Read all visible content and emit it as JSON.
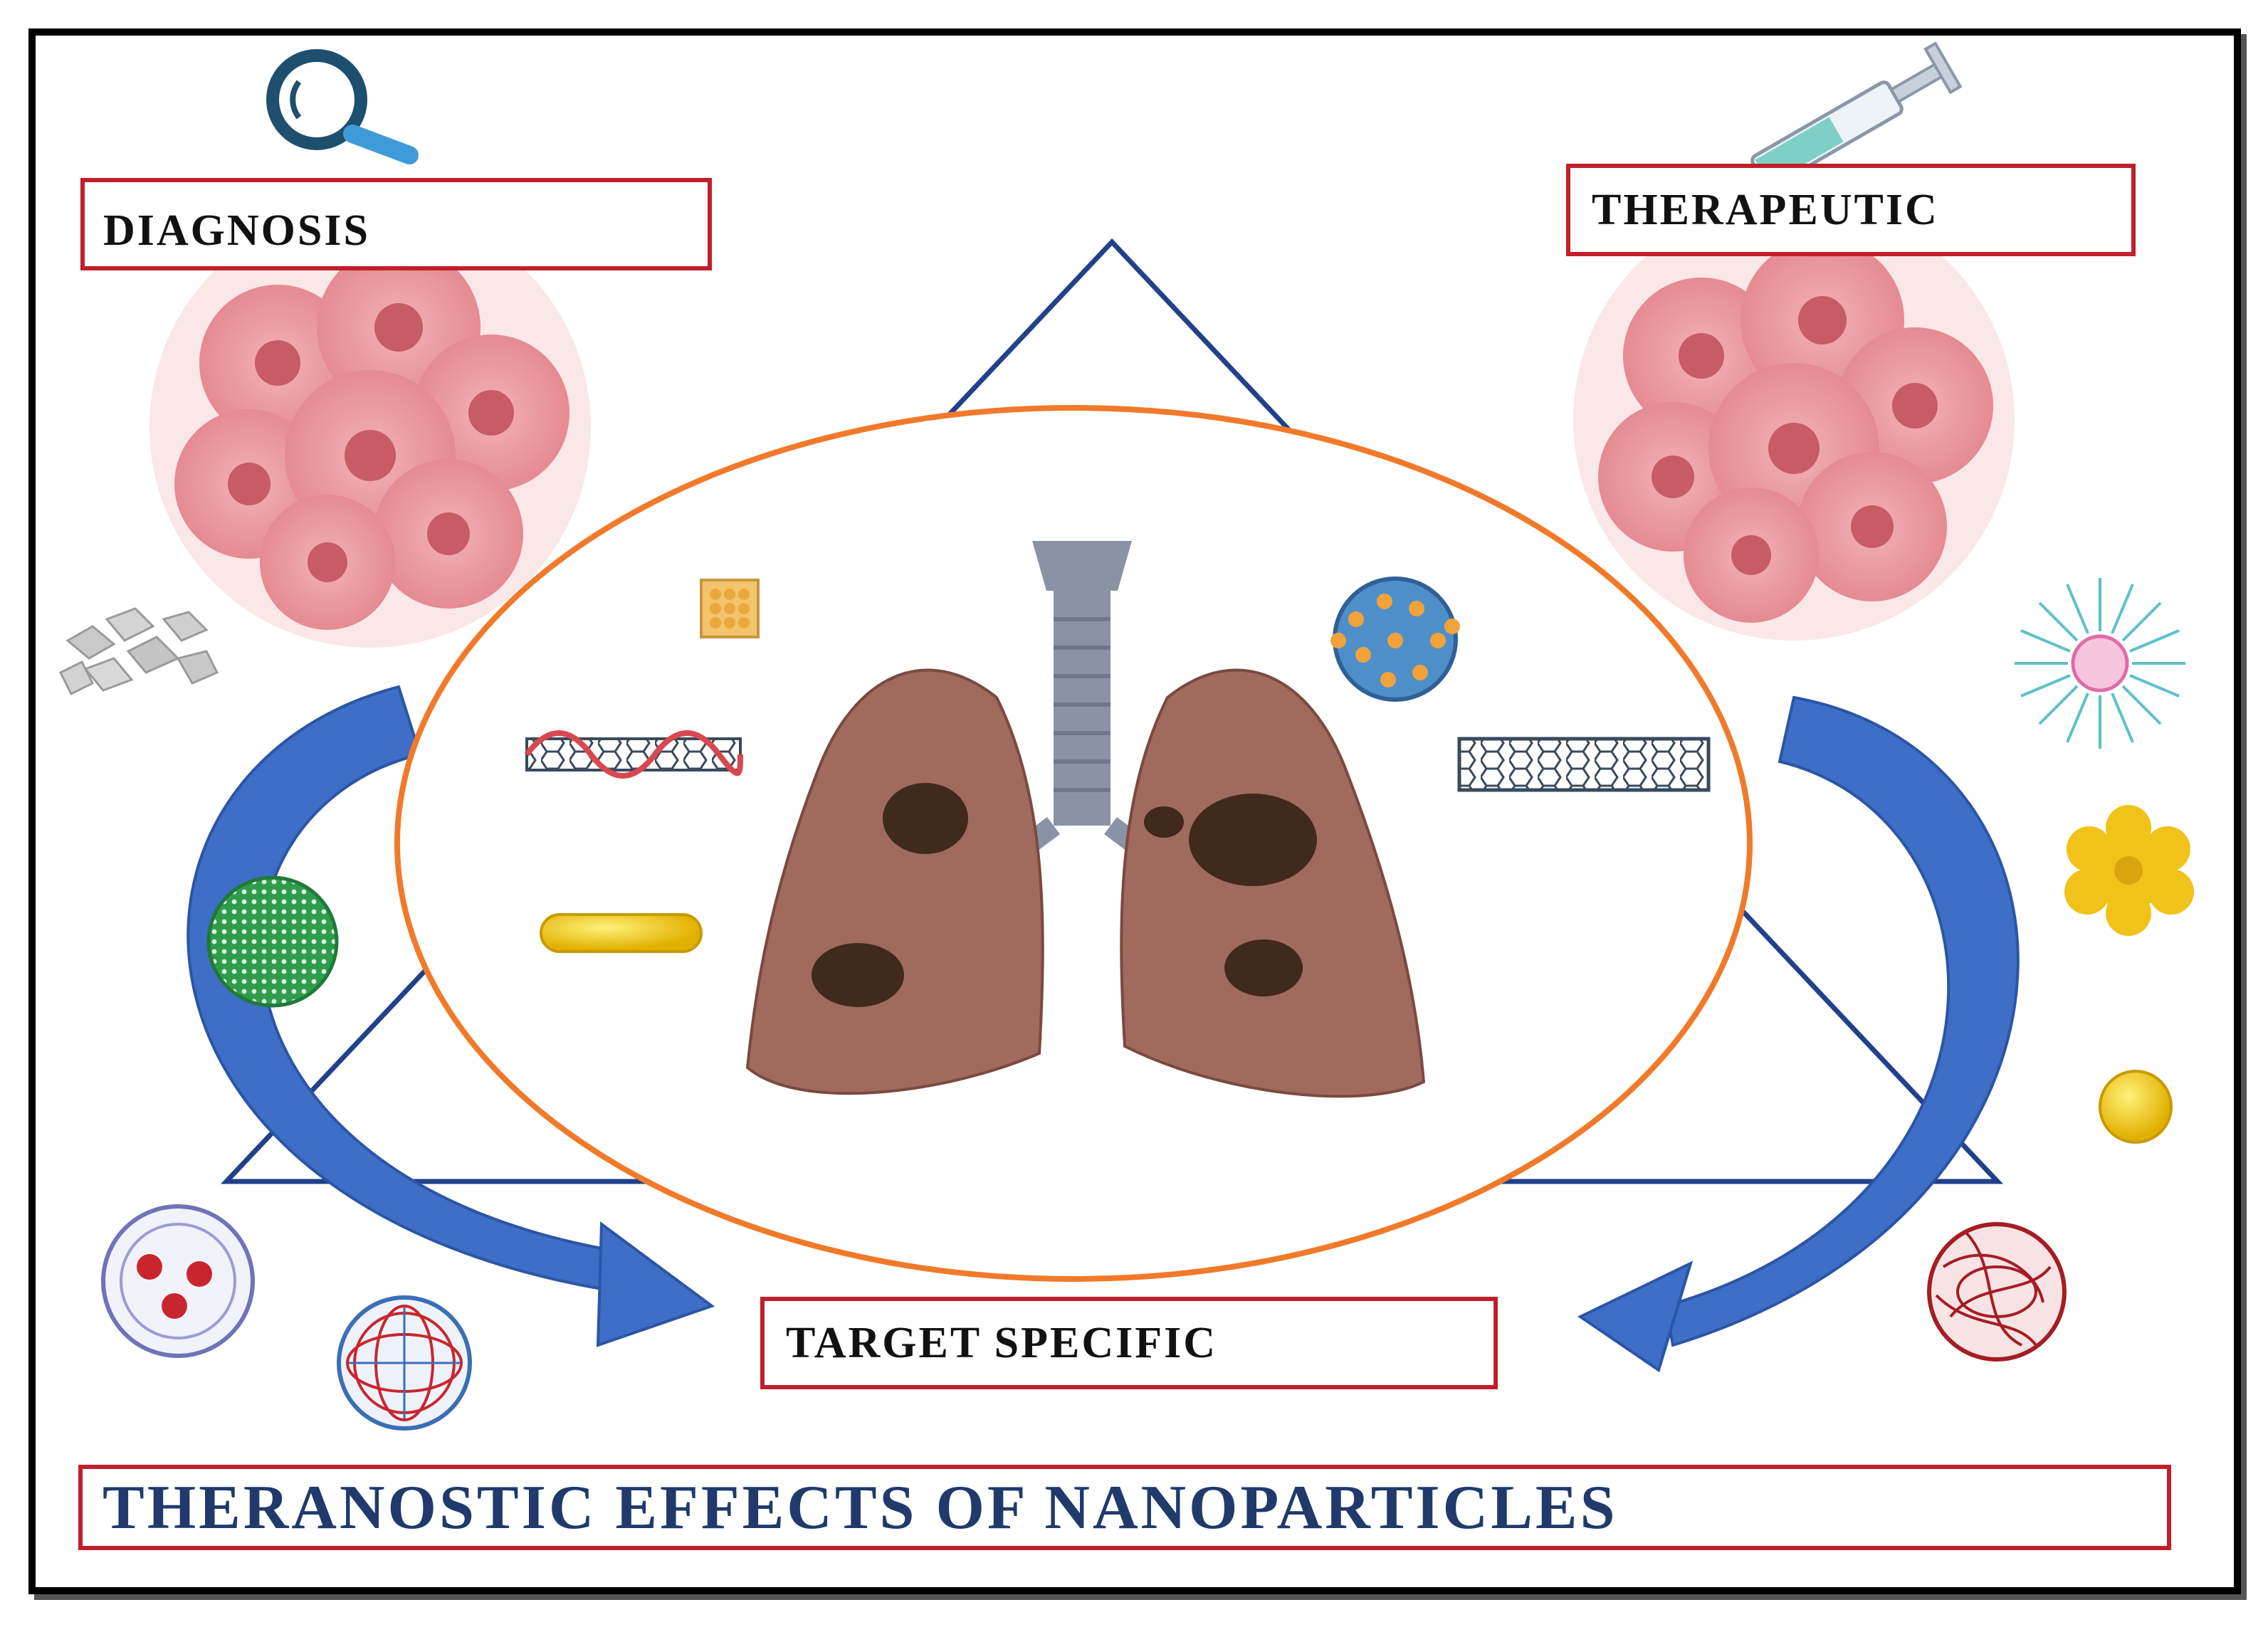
{
  "labels": {
    "diagnosis": "DIAGNOSIS",
    "therapeutic": "THERAPEUTIC",
    "target_specific": "TARGET SPECIFIC",
    "title": "THERANOSTIC EFFECTS OF NANOPARTICLES"
  },
  "colors": {
    "label_border": "#c0202a",
    "title_text": "#1f3a6b",
    "triangle": "#22418a",
    "circle": "#f07a2a",
    "arrow": "#3f6ec6",
    "tumor": "#e58a92",
    "lung": "#a06a5c",
    "trachea": "#8a93a3"
  },
  "icons": [
    "magnifier-icon",
    "syringe-icon",
    "tumor-cluster-icon",
    "lungs-icon",
    "trachea-icon",
    "nanocube-icon",
    "dendrimer-icon",
    "carbon-nanotube-icon",
    "dna-nanotube-icon",
    "nanorod-icon",
    "nanocrystal-icon",
    "fullerene-icon",
    "micelle-icon",
    "nanoflower-icon",
    "gold-nanoparticle-icon",
    "polymeric-nanoparticle-icon",
    "liposome-icon",
    "nanocage-icon"
  ]
}
